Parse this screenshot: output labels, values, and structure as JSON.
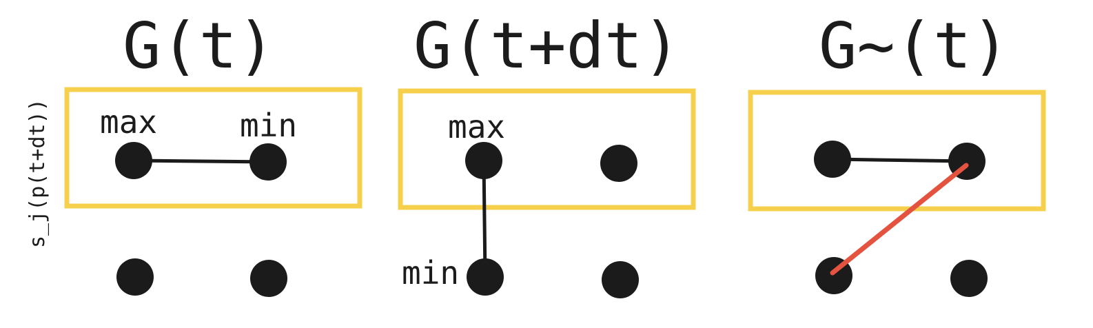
{
  "side_label": "s_j(p(t+dt))",
  "panels": [
    {
      "title": "G(t)",
      "labels": {
        "max": "max",
        "min": "min"
      }
    },
    {
      "title": "G(t+dt)",
      "labels": {
        "max": "max",
        "min": "min"
      }
    },
    {
      "title": "G~(t)"
    }
  ],
  "colors": {
    "box": "#f6d04d",
    "node": "#1b1b1b",
    "edge": "#1b1b1b",
    "highlight_edge": "#e4533f"
  }
}
